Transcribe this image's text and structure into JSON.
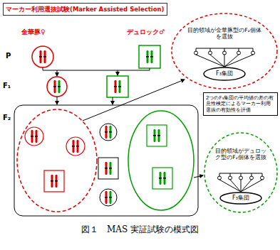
{
  "diagram": {
    "caption": "図１　MAS 実証試験の模式図",
    "nodes": [
      {
        "text": [
          "マーカー利用選抜試験(Marker Assisted Selection)"
        ]
      },
      {
        "text": [
          "目的領域が金華豚型のF₂個体を選抜"
        ]
      },
      {
        "text": [
          "F₃集団"
        ],
        "in": 1
      },
      {
        "text": [
          "2つのF₃集団の平均値の差の有意性検定によるマーカー利用選抜の有効性を評価"
        ]
      },
      {
        "text": [
          "目的領域がデュロック型のF₂個体を選抜"
        ]
      },
      {
        "text": [
          "F₃集団"
        ],
        "in": 4
      }
    ],
    "labels": [
      "金華豚♀",
      "デュロック♂",
      "P",
      "F₁",
      "F₂"
    ]
  }
}
